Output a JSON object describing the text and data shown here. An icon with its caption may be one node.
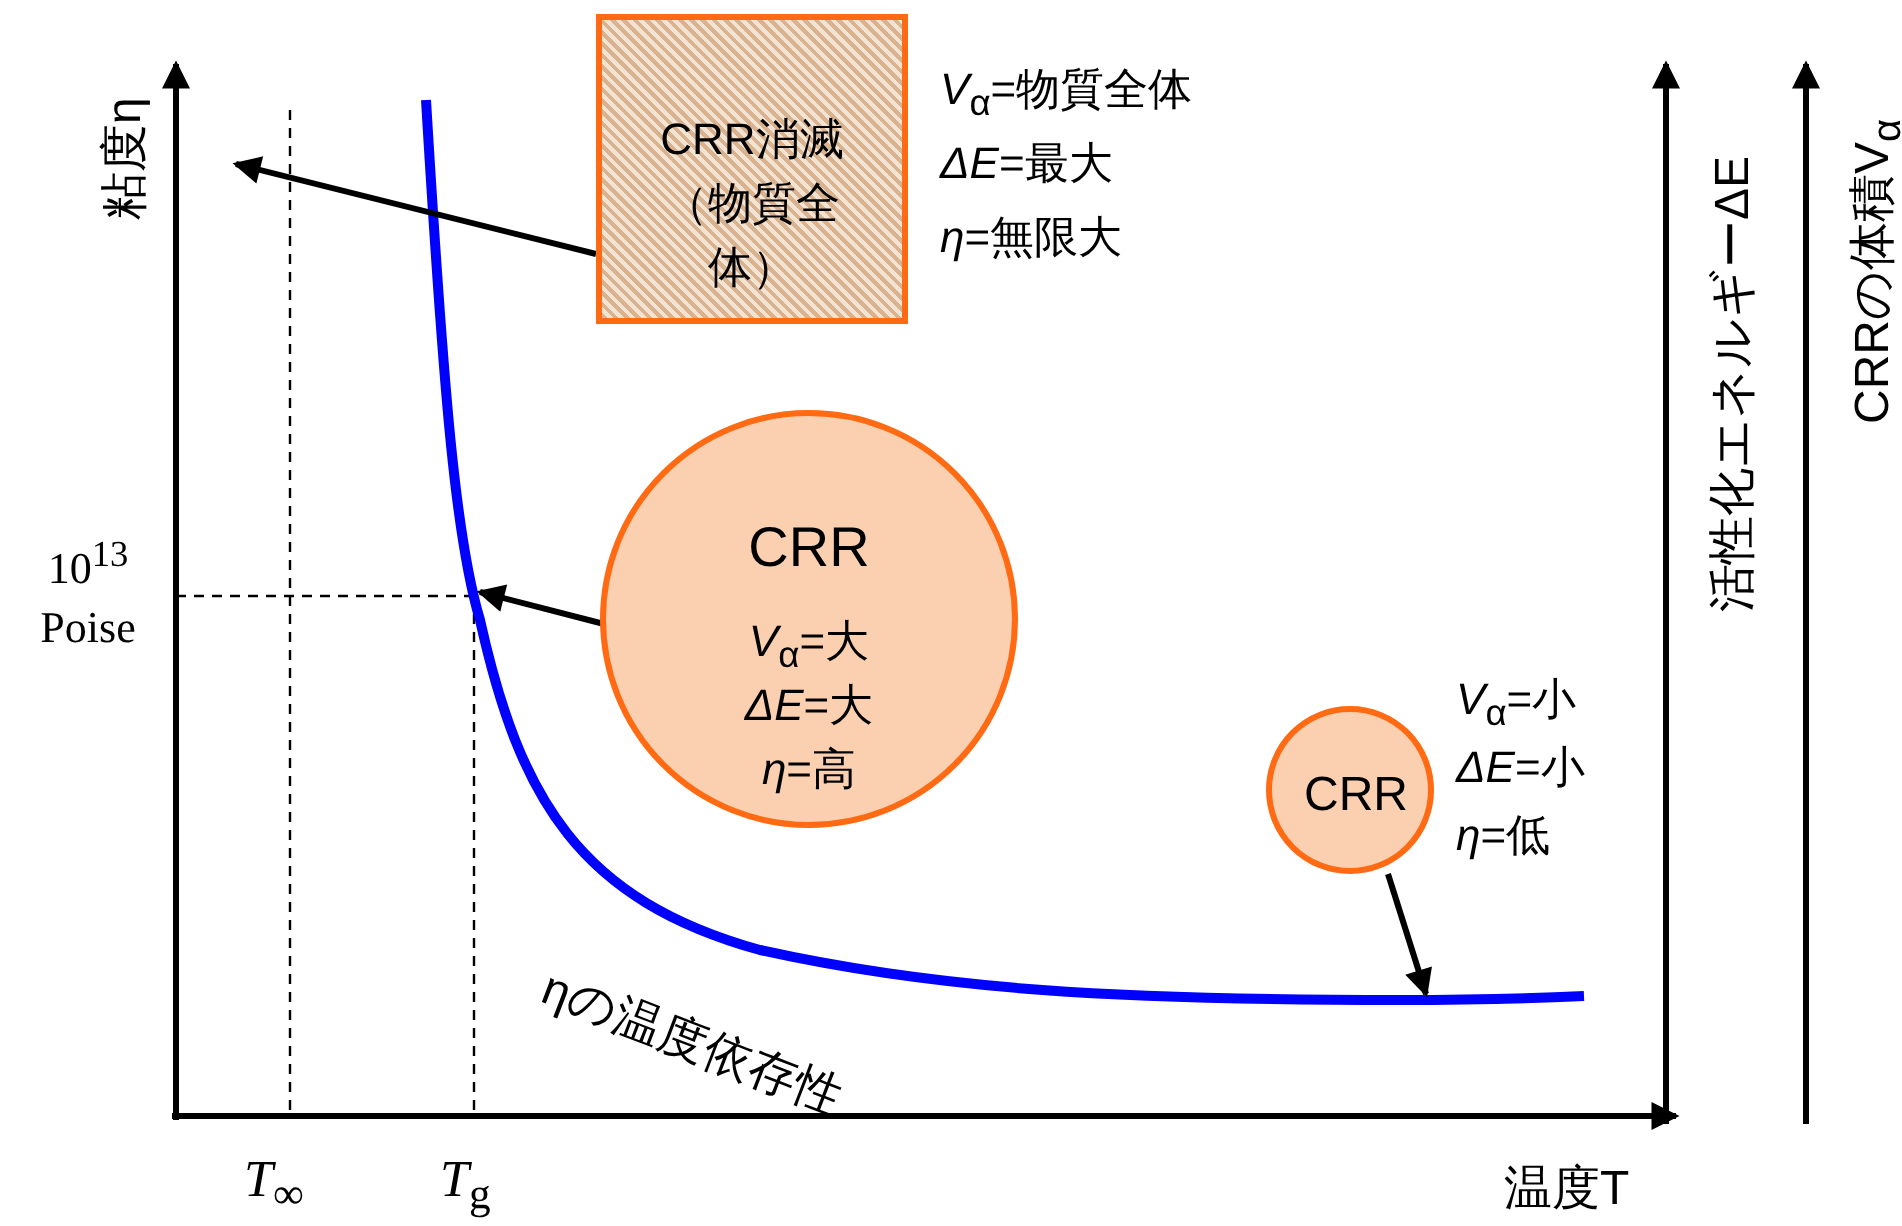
{
  "diagram": {
    "nodes": [
      {
        "text": [
          "CRR消滅（物質全体）"
        ],
        "beside": [
          "*V*$_{α}$=物質全体",
          "*ΔE*=最大",
          "*η*=無限大"
        ]
      },
      {
        "text": [
          "CRR",
          "*V*$_{α}$=大",
          "*ΔE*=大",
          "*η*=高"
        ]
      },
      {
        "text": [
          "CRR"
        ],
        "beside": [
          "*V*$_{α}$=小",
          "*ΔE*=小",
          "*η*=低"
        ]
      }
    ],
    "edges": [
      {
        "from": 0,
        "to": null,
        "arrow": "to"
      },
      {
        "from": 1,
        "to": null,
        "arrow": "to"
      },
      {
        "from": 2,
        "to": null,
        "arrow": "to"
      }
    ],
    "labels": [
      "粘度η",
      "10$^{13}$ Poise",
      "活性化エネルギーΔE",
      "CRRの体積V$_{α}$",
      "ηの温度依存性",
      "*T*$_{∞}$",
      "*T*$_{g}$",
      "温度T"
    ]
  }
}
